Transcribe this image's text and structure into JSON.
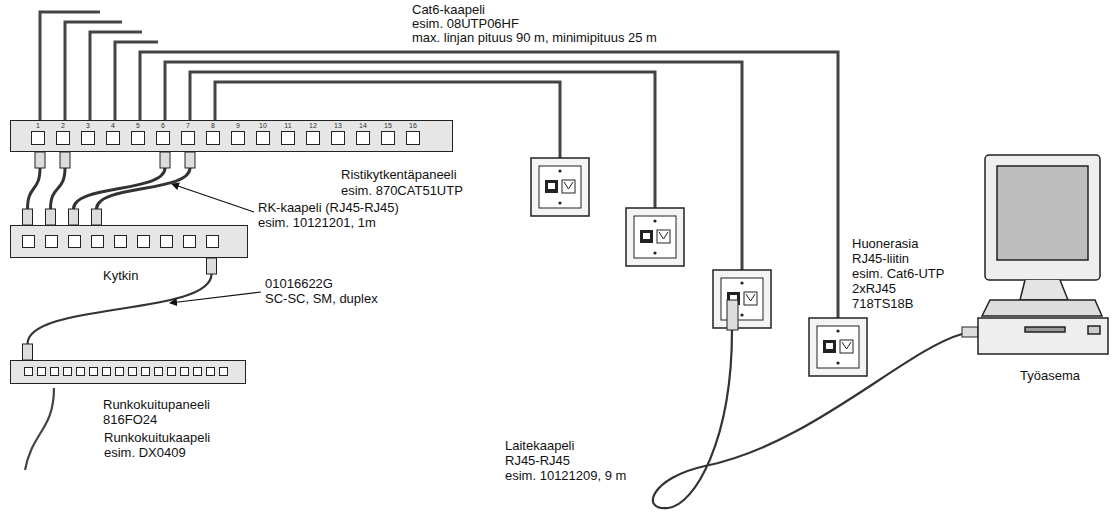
{
  "diagram": {
    "nodes": [
      {
        "text": [
          "Ristikytkentäpaneeli",
          "esim. 870CAT51UTP"
        ]
      },
      {
        "text": [
          "Kytkin"
        ]
      },
      {
        "text": [
          "Runkokuitupaneeli",
          "816FO24"
        ]
      },
      {
        "text": [
          "Työasema"
        ]
      }
    ],
    "edges": [
      {
        "from": 0,
        "to": 1,
        "arrow": "none"
      },
      {
        "from": 0,
        "to": 1,
        "arrow": "none"
      },
      {
        "from": 0,
        "to": 1,
        "arrow": "none"
      },
      {
        "from": 0,
        "to": 1,
        "arrow": "none"
      },
      {
        "from": 2,
        "to": 1,
        "arrow": "none"
      }
    ],
    "labels": [
      "Cat6-kaapeli",
      "esim. 08UTP06HF",
      "max. linjan pituus 90 m, minimipituus 25 m",
      "RK-kaapeli (RJ45-RJ45)",
      "esim. 10121201, 1m",
      "01016622G",
      "SC-SC, SM, duplex",
      "Runkokuitukaapeli",
      "esim. DX0409",
      "Huonerasia",
      "RJ45-liitin",
      "esim. Cat6-UTP",
      "2xRJ45",
      "718TS18B",
      "Laitekaapeli",
      "RJ45-RJ45",
      "esim. 10121209, 9 m",
      "1",
      "2",
      "3",
      "4",
      "5",
      "6",
      "7",
      "8",
      "9",
      "10",
      "11",
      "12",
      "13",
      "14",
      "15",
      "16"
    ]
  }
}
